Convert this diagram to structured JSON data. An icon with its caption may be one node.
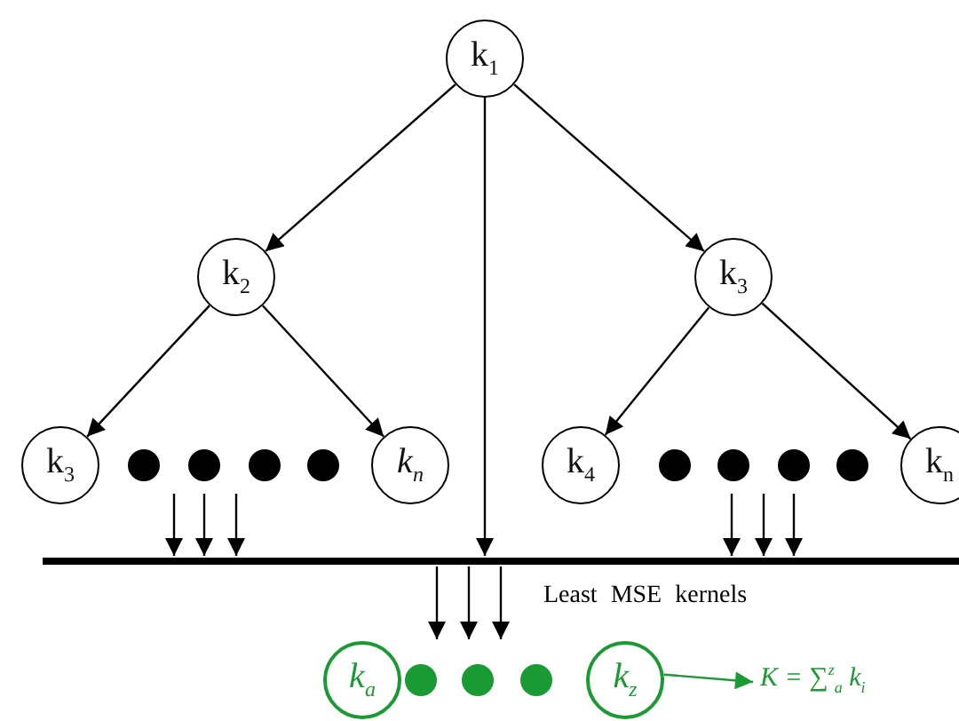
{
  "diagram": {
    "nodes": [
      {
        "text": [
          "k$_{1}$"
        ]
      },
      {
        "text": [
          "k$_{2}$"
        ]
      },
      {
        "text": [
          "k$_{3}$"
        ]
      },
      {
        "text": [
          "k$_{3}$"
        ]
      },
      {
        "text": [],
        "shape": "circle"
      },
      {
        "text": [],
        "shape": "circle"
      },
      {
        "text": [],
        "shape": "circle"
      },
      {
        "text": [],
        "shape": "circle"
      },
      {
        "text": [
          "k$_{n}$"
        ]
      },
      {
        "text": [
          "k$_{4}$"
        ]
      },
      {
        "text": [],
        "shape": "circle"
      },
      {
        "text": [],
        "shape": "circle"
      },
      {
        "text": [],
        "shape": "circle"
      },
      {
        "text": [],
        "shape": "circle"
      },
      {
        "text": [
          "k$_{n}$"
        ]
      },
      {
        "text": [],
        "shape": "bar"
      },
      {
        "text": [
          "k$_{a}$"
        ]
      },
      {
        "text": [],
        "shape": "circle"
      },
      {
        "text": [],
        "shape": "circle"
      },
      {
        "text": [],
        "shape": "circle"
      },
      {
        "text": [
          "k$_{z}$"
        ]
      },
      {
        "text": [
          "K = ∑$^{z}$$_{a}$ k$_{i}$"
        ]
      }
    ],
    "edges": [
      {
        "from": 0,
        "to": 1,
        "arrow": "to"
      },
      {
        "from": 0,
        "to": 2,
        "arrow": "to"
      },
      {
        "from": 0,
        "to": 15,
        "arrow": "to"
      },
      {
        "from": 1,
        "to": 3,
        "arrow": "to"
      },
      {
        "from": 1,
        "to": 8,
        "arrow": "to"
      },
      {
        "from": 2,
        "to": 9,
        "arrow": "to"
      },
      {
        "from": 2,
        "to": 14,
        "arrow": "to"
      },
      {
        "from": 4,
        "to": 15,
        "arrow": "to"
      },
      {
        "from": 5,
        "to": 15,
        "arrow": "to"
      },
      {
        "from": 6,
        "to": 15,
        "arrow": "to"
      },
      {
        "from": 11,
        "to": 15,
        "arrow": "to"
      },
      {
        "from": 11,
        "to": 15,
        "arrow": "to"
      },
      {
        "from": 12,
        "to": 15,
        "arrow": "to"
      },
      {
        "from": 15,
        "to": 17,
        "arrow": "to"
      },
      {
        "from": 15,
        "to": 18,
        "arrow": "to"
      },
      {
        "from": 15,
        "to": 18,
        "arrow": "to"
      },
      {
        "from": 20,
        "to": 21,
        "arrow": "to",
        "color": "#1a9a33"
      }
    ],
    "labels": [
      "Least MSE kernels"
    ]
  }
}
